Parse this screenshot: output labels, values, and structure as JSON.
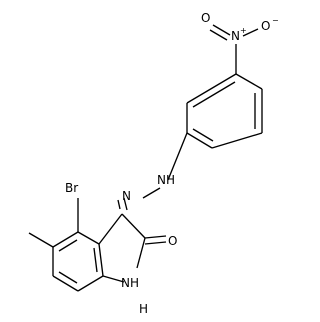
{
  "molecule": {
    "atom_labels": {
      "nitro_o_top": "O",
      "nitro_n": "N",
      "nitro_n_charge": "+",
      "nitro_o_right": "O",
      "nitro_o_right_charge": "−",
      "hydrazone_nh": "NH",
      "hydrazone_n": "N",
      "bromine": "Br",
      "carbonyl_o": "O",
      "lactam_nh": "NH",
      "lactam_h": "H"
    },
    "colors": {
      "ink": "#000000",
      "background": "#ffffff"
    }
  }
}
